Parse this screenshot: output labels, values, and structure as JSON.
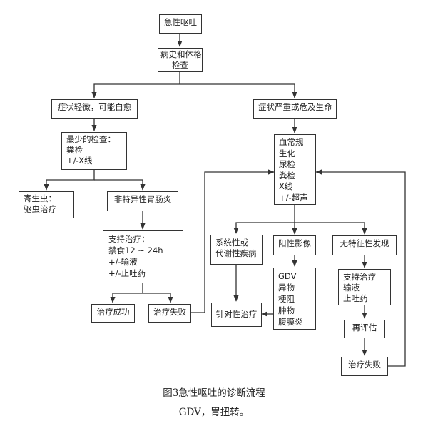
{
  "diagram": {
    "nodes": {
      "start": {
        "lines": [
          "急性呕吐"
        ]
      },
      "history": {
        "lines": [
          "病史和体格",
          "检查"
        ]
      },
      "mild": {
        "lines": [
          "症状轻微，可能自愈"
        ]
      },
      "severe": {
        "lines": [
          "症状严重或危及生命"
        ]
      },
      "min_exam": {
        "lines": [
          "最少的检查：",
          "粪检",
          "+/-X线"
        ]
      },
      "labs": {
        "lines": [
          "血常规",
          "生化",
          "尿检",
          "粪检",
          "X线",
          "+/-超声"
        ]
      },
      "parasite": {
        "lines": [
          "寄生虫：",
          "驱虫治疗"
        ]
      },
      "nonspecific": {
        "lines": [
          "非特异性胃肠炎"
        ]
      },
      "supportive": {
        "lines": [
          "支持治疗：",
          "禁食12 ~ 24h",
          "+/-输液",
          "+/-止吐药"
        ]
      },
      "success": {
        "lines": [
          "治疗成功"
        ]
      },
      "fail1": {
        "lines": [
          "治疗失败"
        ]
      },
      "systemic": {
        "lines": [
          "系统性或",
          "代谢性疾病"
        ]
      },
      "positive": {
        "lines": [
          "阳性影像"
        ]
      },
      "nonspecific_find": {
        "lines": [
          "无特征性发现"
        ]
      },
      "targeted": {
        "lines": [
          "针对性治疗"
        ]
      },
      "positive_list": {
        "lines": [
          "GDV",
          "异物",
          "梗阻",
          "肿物",
          "腹膜炎"
        ]
      },
      "supportive2": {
        "lines": [
          "支持治疗",
          "输液",
          "止吐药"
        ]
      },
      "reassess": {
        "lines": [
          "再评估"
        ]
      },
      "fail2": {
        "lines": [
          "治疗失败"
        ]
      }
    }
  },
  "caption": {
    "title": "图3急性呕吐的诊断流程",
    "note": "GDV，胃扭转。"
  }
}
